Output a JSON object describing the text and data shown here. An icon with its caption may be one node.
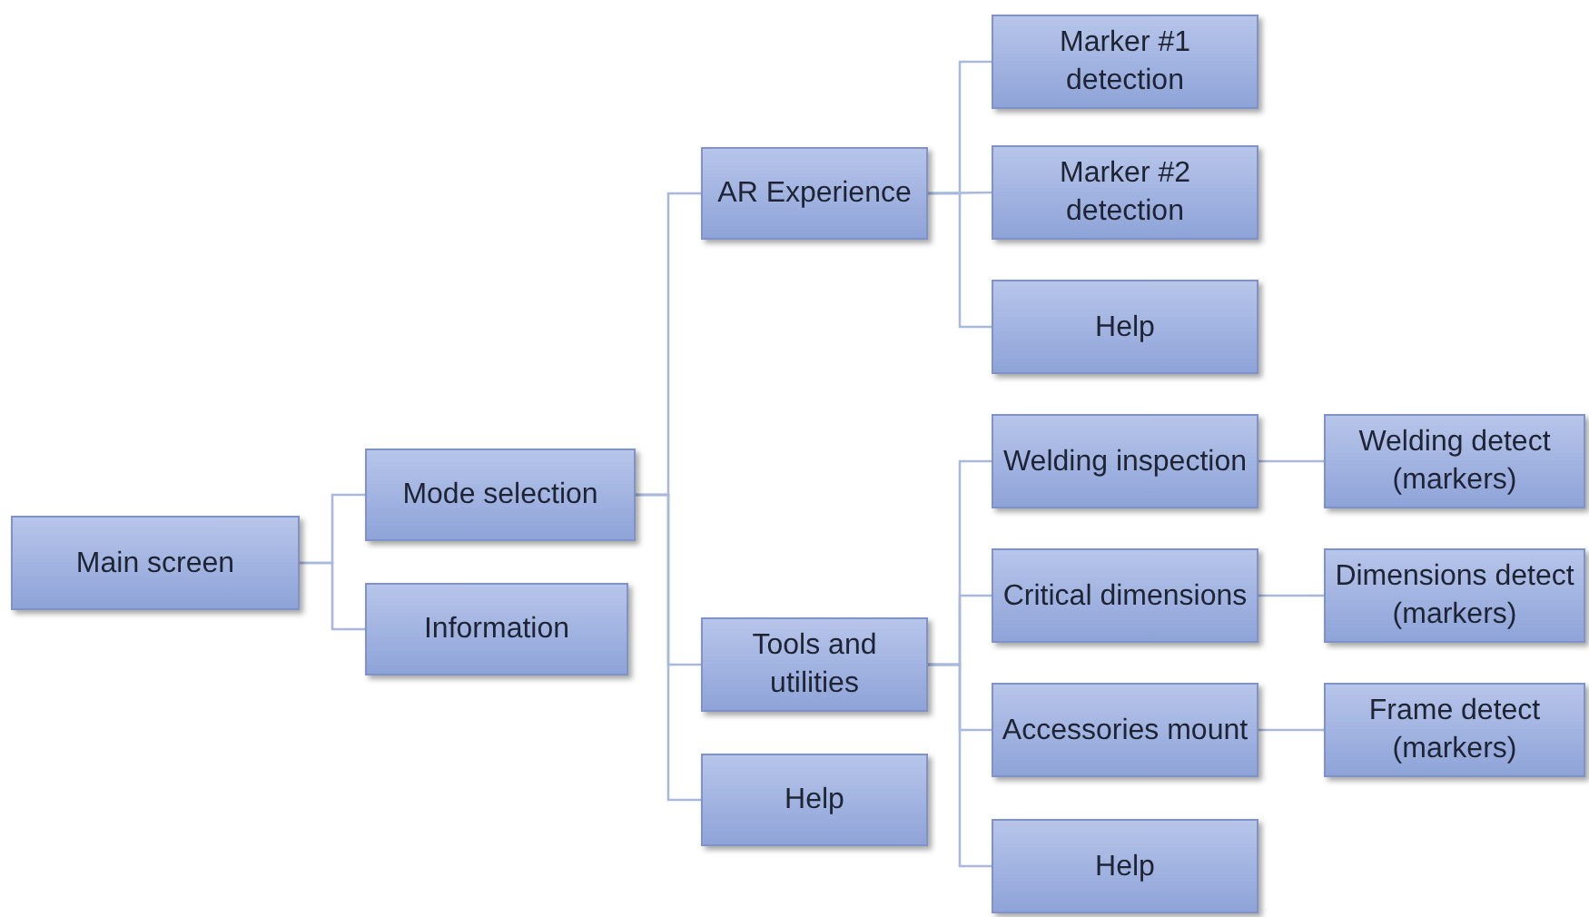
{
  "diagram": {
    "nodes": [
      {
        "text": [
          "Main screen"
        ]
      },
      {
        "text": [
          "Mode selection"
        ]
      },
      {
        "text": [
          "Information"
        ]
      },
      {
        "text": [
          "AR Experience"
        ]
      },
      {
        "text": [
          "Tools and utilities"
        ]
      },
      {
        "text": [
          "Help"
        ]
      },
      {
        "text": [
          "Marker #1 detection"
        ]
      },
      {
        "text": [
          "Marker #2 detection"
        ]
      },
      {
        "text": [
          "Help"
        ]
      },
      {
        "text": [
          "Welding inspection"
        ]
      },
      {
        "text": [
          "Critical dimensions"
        ]
      },
      {
        "text": [
          "Accessories mount"
        ]
      },
      {
        "text": [
          "Help"
        ]
      },
      {
        "text": [
          "Welding detect (markers)"
        ]
      },
      {
        "text": [
          "Dimensions detect (markers)"
        ]
      },
      {
        "text": [
          "Frame detect (markers)"
        ]
      }
    ],
    "edges": [
      {
        "from": 0,
        "to": 1,
        "arrow": "none"
      },
      {
        "from": 0,
        "to": 2,
        "arrow": "none"
      },
      {
        "from": 1,
        "to": 3,
        "arrow": "none"
      },
      {
        "from": 1,
        "to": 4,
        "arrow": "none"
      },
      {
        "from": 1,
        "to": 5,
        "arrow": "none"
      },
      {
        "from": 3,
        "to": 6,
        "arrow": "none"
      },
      {
        "from": 3,
        "to": 7,
        "arrow": "none"
      },
      {
        "from": 3,
        "to": 8,
        "arrow": "none"
      },
      {
        "from": 4,
        "to": 9,
        "arrow": "none"
      },
      {
        "from": 4,
        "to": 10,
        "arrow": "none"
      },
      {
        "from": 4,
        "to": 11,
        "arrow": "none"
      },
      {
        "from": 4,
        "to": 12,
        "arrow": "none"
      },
      {
        "from": 9,
        "to": 13,
        "arrow": "none"
      },
      {
        "from": 10,
        "to": 14,
        "arrow": "none"
      },
      {
        "from": 11,
        "to": 15,
        "arrow": "none"
      }
    ]
  }
}
